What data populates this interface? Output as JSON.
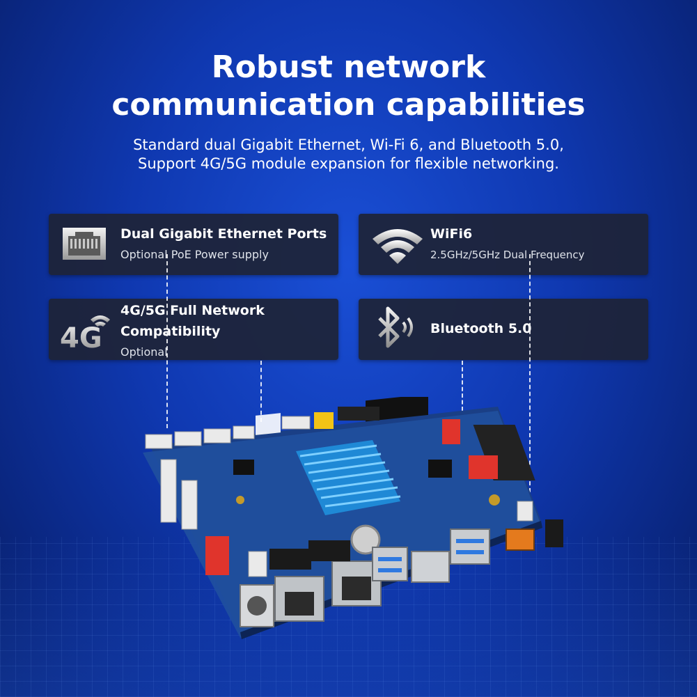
{
  "headline": {
    "line1": "Robust network",
    "line2": "communication capabilities"
  },
  "subheadline": {
    "line1": "Standard dual Gigabit Ethernet, Wi-Fi 6, and Bluetooth 5.0,",
    "line2": "Support 4G/5G module expansion for flexible networking."
  },
  "features": {
    "ethernet": {
      "title": "Dual Gigabit Ethernet Ports",
      "subtitle": "Optional PoE Power supply",
      "icon": "ethernet-port-icon"
    },
    "wifi": {
      "title": "WiFi6",
      "subtitle": "2.5GHz/5GHz Dual Frequency",
      "icon": "wifi-icon"
    },
    "cellular": {
      "title_line1": "4G/5G Full Network",
      "title_line2": "Compatibility",
      "subtitle": "Optional",
      "icon": "4g-icon",
      "icon_text": "4G"
    },
    "bluetooth": {
      "title": "Bluetooth 5.0",
      "icon": "bluetooth-icon"
    }
  },
  "colors": {
    "background": "#0f38b0",
    "card": "#1e2337",
    "heatsink": "#2aa6f0",
    "pcb": "#1f4e9a",
    "connector_red": "#e0342c",
    "connector_yellow": "#f3c316"
  }
}
